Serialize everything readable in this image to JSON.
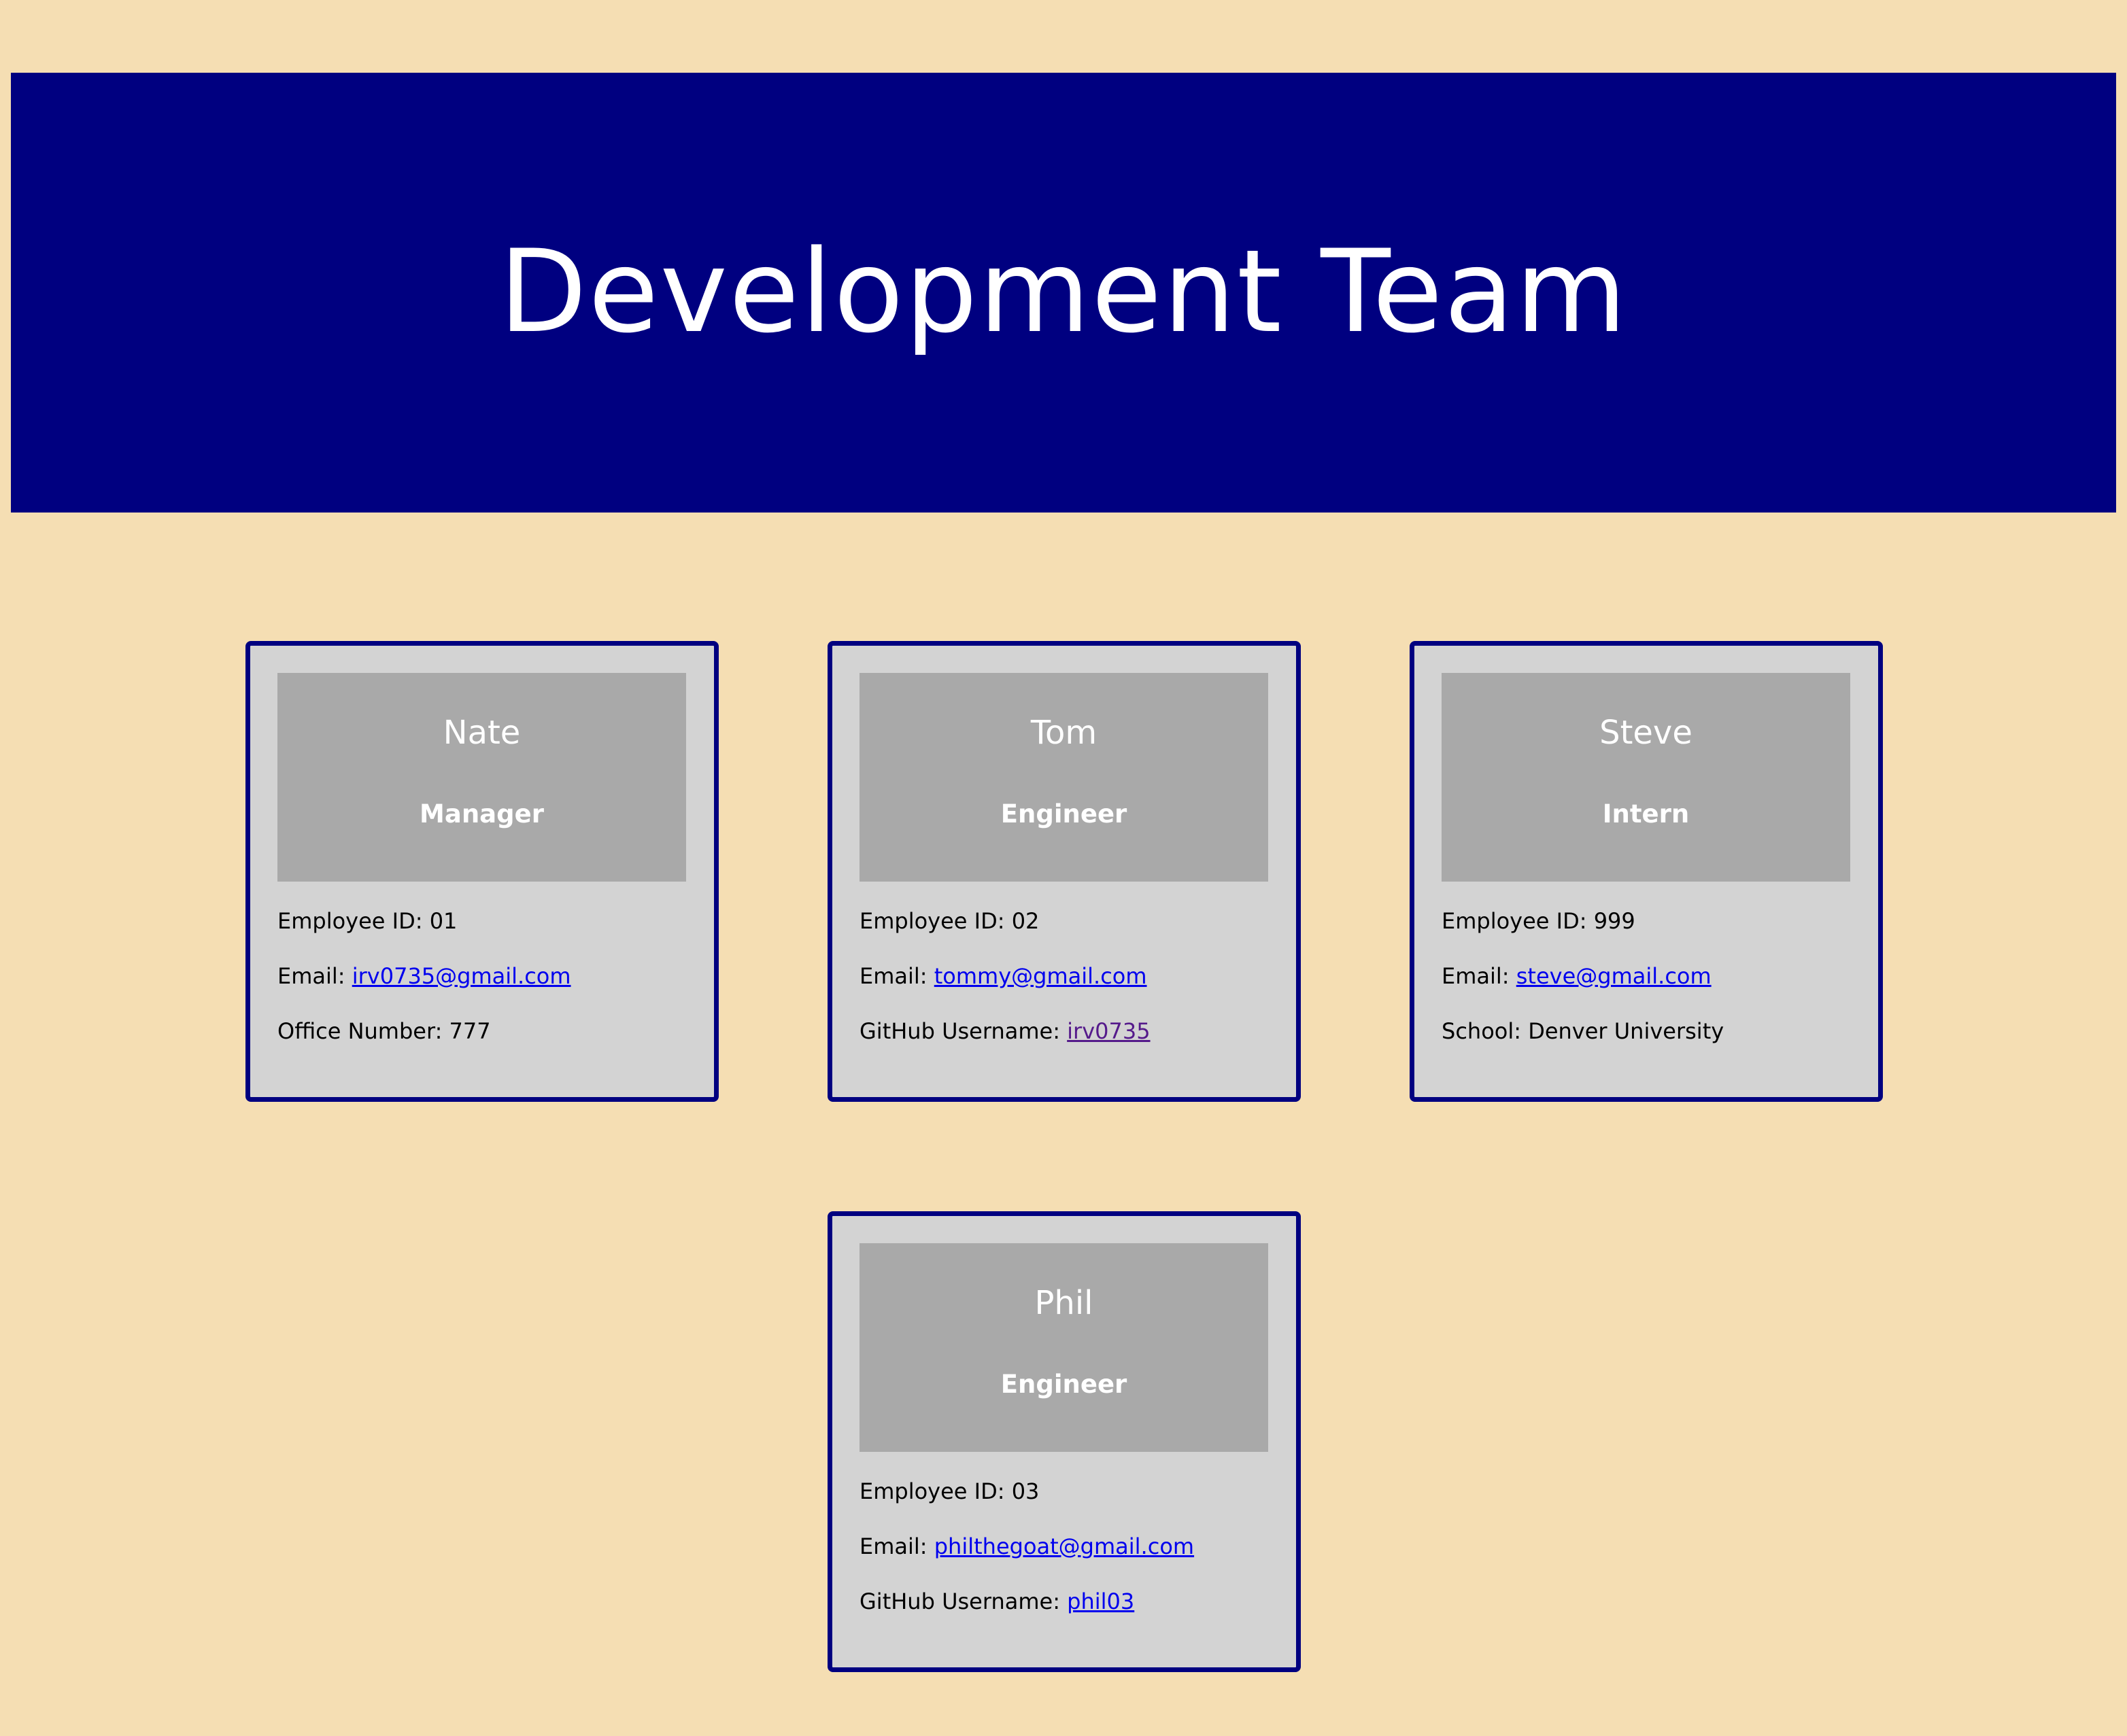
{
  "page": {
    "title": "Development Team",
    "background": "#f5deb3",
    "banner_color": "#000080"
  },
  "cards": [
    {
      "name": "Nate",
      "role": "Manager",
      "id_label": "Employee ID: ",
      "id_value": "01",
      "email_label": "Email: ",
      "email": "irv0735@gmail.com",
      "extra_label": "Office Number: ",
      "extra_value": "777"
    },
    {
      "name": "Tom",
      "role": "Engineer",
      "id_label": "Employee ID: ",
      "id_value": "02",
      "email_label": "Email: ",
      "email": "tommy@gmail.com",
      "extra_label": "GitHub Username: ",
      "extra_value": "irv0735"
    },
    {
      "name": "Steve",
      "role": "Intern",
      "id_label": "Employee ID: ",
      "id_value": "999",
      "email_label": "Email: ",
      "email": "steve@gmail.com",
      "extra_label": "School: ",
      "extra_value": "Denver University"
    },
    {
      "name": "Phil",
      "role": "Engineer",
      "id_label": "Employee ID: ",
      "id_value": "03",
      "email_label": "Email: ",
      "email": "philthegoat@gmail.com",
      "extra_label": "GitHub Username: ",
      "extra_value": "phil03"
    }
  ]
}
